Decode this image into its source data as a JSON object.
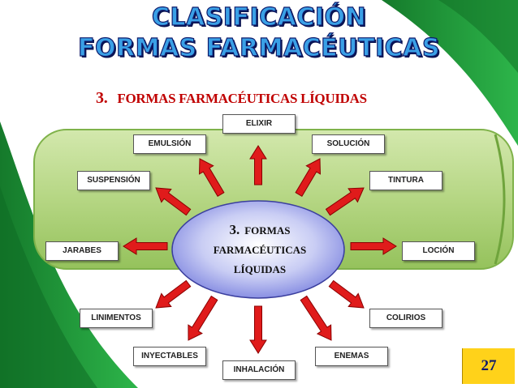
{
  "title": {
    "line1": "CLASIFICACIÓN",
    "line2": "FORMAS FARMACÉUTICAS"
  },
  "subtitle": {
    "number": "3.",
    "text": "FORMAS FARMACÉUTICAS LÍQUIDAS"
  },
  "center": {
    "number": "3.",
    "line1": "FORMAS",
    "line2": "FARMACÉUTICAS",
    "line3": "LÍQUIDAS"
  },
  "items": {
    "elixir": "ELIXIR",
    "emulsion": "EMULSIÓN",
    "solucion": "SOLUCIÓN",
    "suspension": "SUSPENSIÓN",
    "tintura": "TINTURA",
    "jarabes": "JARABES",
    "locion": "LOCIÓN",
    "linimentos": "LINIMENTOS",
    "colirios": "COLIRIOS",
    "inyectables": "INYECTABLES",
    "enemas": "ENEMAS",
    "inhalacion": "INHALACIÓN"
  },
  "page_number": "27",
  "colors": {
    "band": "#b8d98a",
    "band_dark": "#7fb24a",
    "green_accent": "#1f9e3a",
    "arrow": "#e01b1b",
    "arrow_outline": "#8a0000",
    "title_fill": "#3aa0e6",
    "title_outline": "#0d1a6b",
    "subtitle": "#c00000",
    "page_box": "#ffd21a"
  },
  "arrow_icon": "red-block-arrow-icon"
}
